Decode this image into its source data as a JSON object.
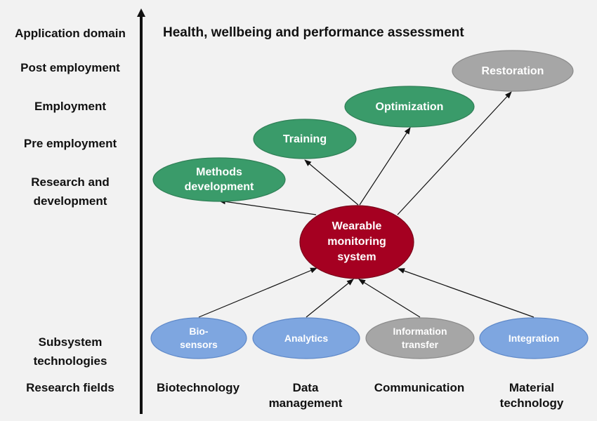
{
  "heading": "Health, wellbeing and performance assessment",
  "axis_labels": [
    {
      "id": "application-domain",
      "text": "Application domain"
    },
    {
      "id": "post-employment",
      "text": "Post employment"
    },
    {
      "id": "employment",
      "text": "Employment"
    },
    {
      "id": "pre-employment",
      "text": "Pre employment"
    },
    {
      "id": "research-and-development",
      "text": "Research and\ndevelopment"
    },
    {
      "id": "subsystem-technologies",
      "text": "Subsystem\ntechnologies"
    },
    {
      "id": "research-fields",
      "text": "Research fields"
    }
  ],
  "research_fields": [
    {
      "id": "biotechnology",
      "text": "Biotechnology"
    },
    {
      "id": "data-management",
      "text": "Data\nmanagement"
    },
    {
      "id": "communication",
      "text": "Communication"
    },
    {
      "id": "material-technology",
      "text": "Material\ntechnology"
    }
  ],
  "center_node": {
    "id": "wearable-monitoring-system",
    "text": "Wearable\nmonitoring\nsystem",
    "color": "#a50021"
  },
  "application_nodes": [
    {
      "id": "methods-development",
      "text": "Methods\ndevelopment",
      "color": "#3a9b6a"
    },
    {
      "id": "training",
      "text": "Training",
      "color": "#3a9b6a"
    },
    {
      "id": "optimization",
      "text": "Optimization",
      "color": "#3a9b6a"
    },
    {
      "id": "restoration",
      "text": "Restoration",
      "color": "#a6a6a6"
    }
  ],
  "subsystem_nodes": [
    {
      "id": "bio-sensors",
      "text": "Bio-\nsensors",
      "color": "#7ea6e0"
    },
    {
      "id": "analytics",
      "text": "Analytics",
      "color": "#7ea6e0"
    },
    {
      "id": "information-transfer",
      "text": "Information\ntransfer",
      "color": "#a6a6a6"
    },
    {
      "id": "integration",
      "text": "Integration",
      "color": "#7ea6e0"
    }
  ],
  "colors": {
    "axis": "#111111",
    "arrow": "#111111",
    "node_text": "#ffffff"
  }
}
